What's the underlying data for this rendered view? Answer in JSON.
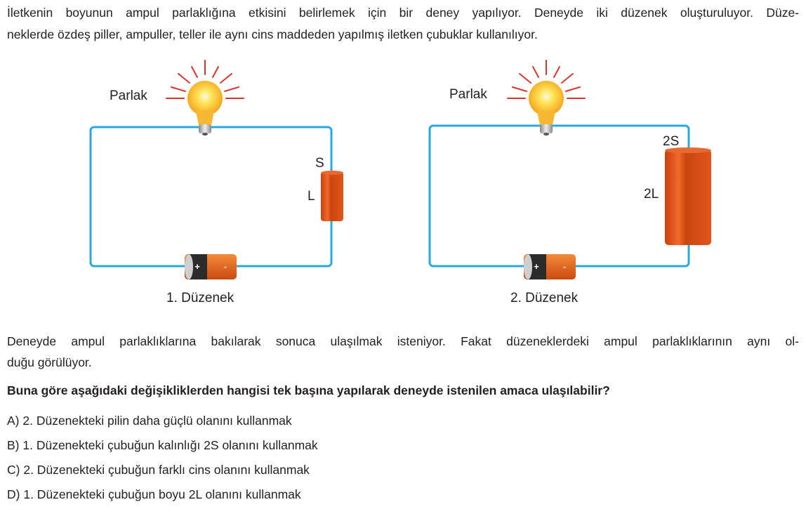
{
  "intro": {
    "line1": "İletkenin boyunun ampul parlaklığına etkisini belirlemek için bir deney yapılıyor. Deneyde iki düzenek oluşturuluyor. Düze-",
    "line2": "neklerde özdeş piller, ampuller, teller ile aynı cins maddeden yapılmış iletken çubuklar kullanılıyor."
  },
  "setup1": {
    "bulb_label": "Parlak",
    "rod_thickness": "S",
    "rod_length": "L",
    "caption": "1. Düzenek",
    "battery_plus": "+",
    "battery_minus": "-"
  },
  "setup2": {
    "bulb_label": "Parlak",
    "rod_thickness": "2S",
    "rod_length": "2L",
    "caption": "2. Düzenek",
    "battery_plus": "+",
    "battery_minus": "-"
  },
  "observation": {
    "line1": "Deneyde ampul parlaklıklarına bakılarak sonuca ulaşılmak isteniyor. Fakat düzeneklerdeki ampul parlaklıklarının aynı ol-",
    "line2": "duğu görülüyor."
  },
  "question": "Buna göre aşağıdaki değişikliklerden hangisi tek başına yapılarak deneyde istenilen amaca ulaşılabilir?",
  "options": [
    {
      "letter": "A)",
      "text": "2. Düzenekteki pilin daha güçlü olanını kullanmak"
    },
    {
      "letter": "B)",
      "text": "1. Düzenekteki çubuğun kalınlığı 2S olanını kullanmak"
    },
    {
      "letter": "C)",
      "text": "2. Düzenekteki çubuğun farklı cins olanını kullanmak"
    },
    {
      "letter": "D)",
      "text": "1. Düzenekteki çubuğun boyu 2L olanını kullanmak"
    }
  ],
  "colors": {
    "wire": "#29a8e0",
    "rod": "#e0561c",
    "bulb": "#fbc02d",
    "rays": "#d9362b"
  }
}
